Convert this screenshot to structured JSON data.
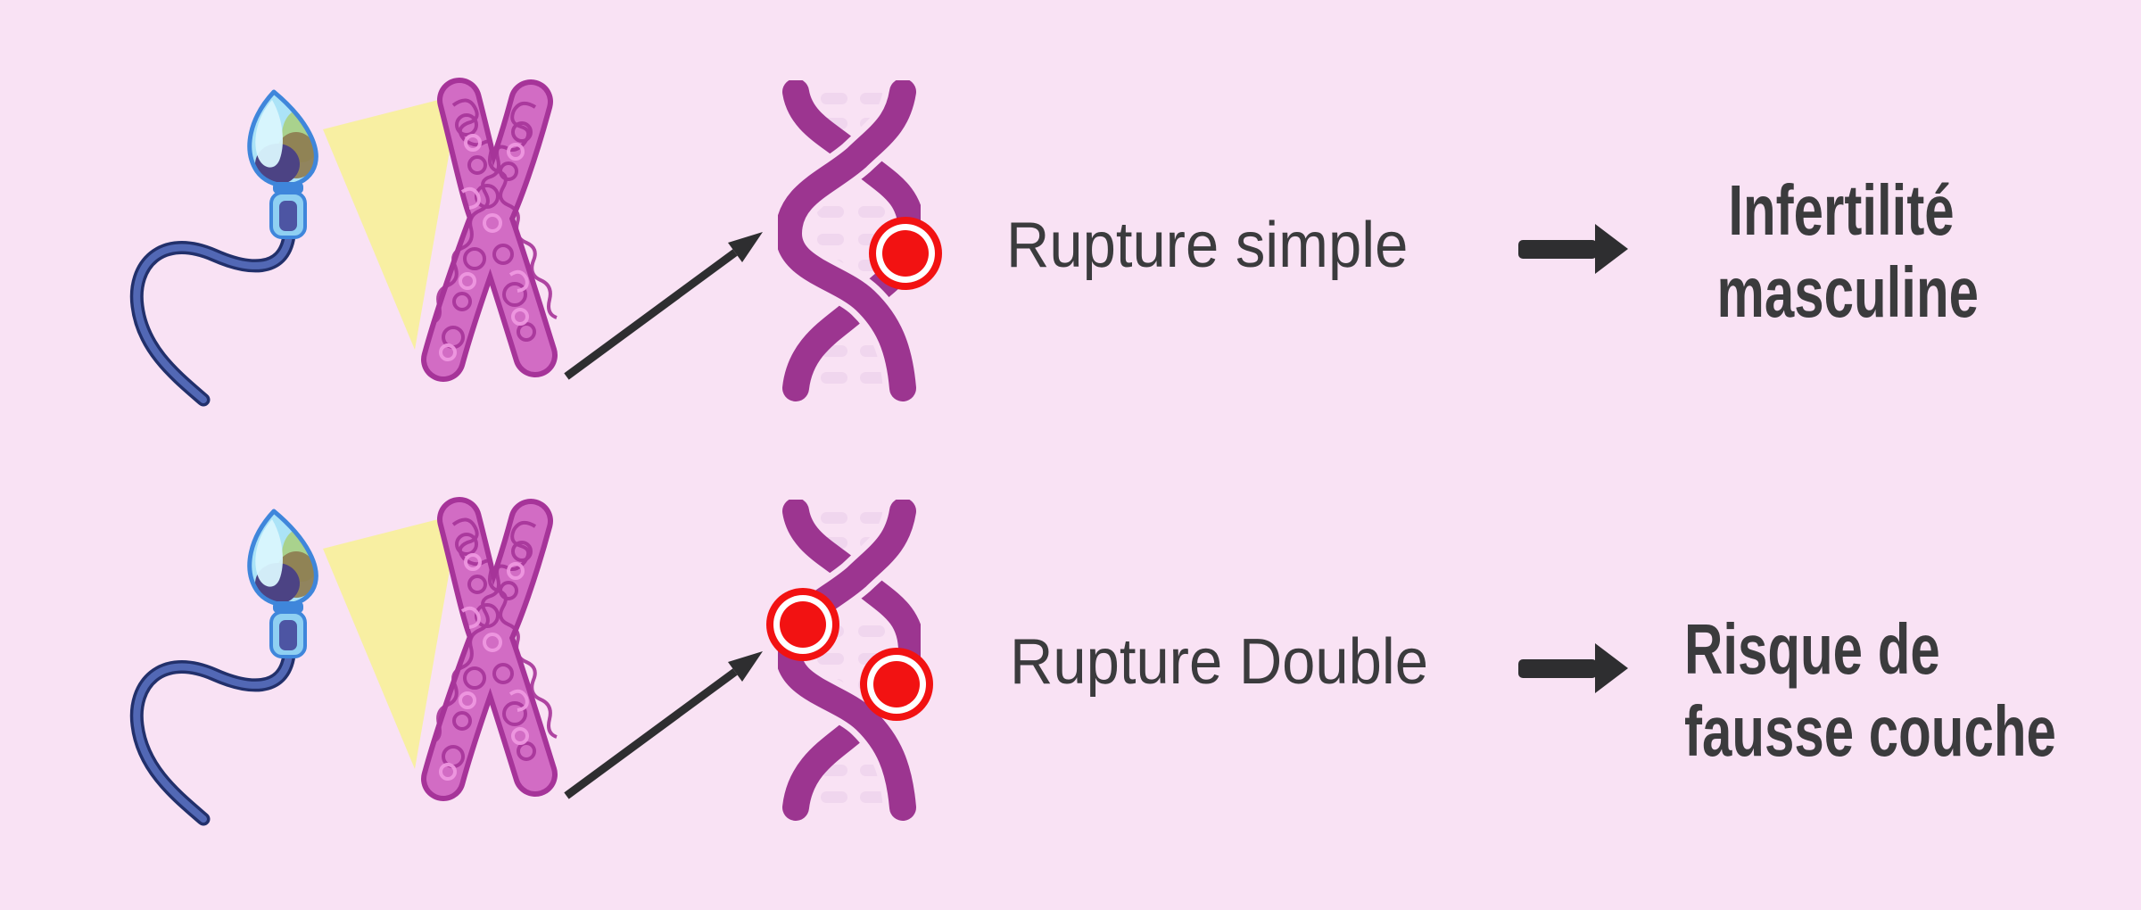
{
  "diagram": {
    "rows": [
      {
        "id": "single-strand-break",
        "label": "Rupture simple",
        "result_lines": [
          "Infertilité",
          "masculine"
        ],
        "break_count": 1
      },
      {
        "id": "double-strand-break",
        "label": "Rupture Double",
        "result_lines": [
          "Risque de",
          "fausse couche"
        ],
        "break_count": 2
      }
    ]
  },
  "icons": {
    "sperm-icon": "svg-shape",
    "light-beam-icon": "svg-triangle",
    "chromosome-icon": "svg-shape",
    "diagonal-arrow-icon": "svg-arrow",
    "dna-helix-icon": "svg-shape",
    "dna-break-marker-icon": "css-circle",
    "arrow-right-icon": "svg-arrow"
  },
  "colors": {
    "bg": "#f9e2f4",
    "text": "#3b3b3d",
    "arrow": "#2e2e30",
    "red": "#f21212",
    "dna-strand": "#9c3590",
    "dna-rung": "#f0d6ee",
    "chromosome": "#d26cc4",
    "chromosome-dark": "#a63499",
    "chromosome-light": "#f09ae2",
    "beam": "#f8efa2",
    "sperm-fill": "#abe3f7",
    "sperm-highlight": "#d9f5fd",
    "sperm-outline": "#3f86db",
    "sperm-acrosome": "#4c4384",
    "sperm-olive": "#8e7c50",
    "sperm-green": "#a8cf7a",
    "midpiece": "#8fd0f2",
    "midpiece-inner": "#4d55a3",
    "tail": "#5268b5",
    "tail-dark": "#22306b"
  }
}
